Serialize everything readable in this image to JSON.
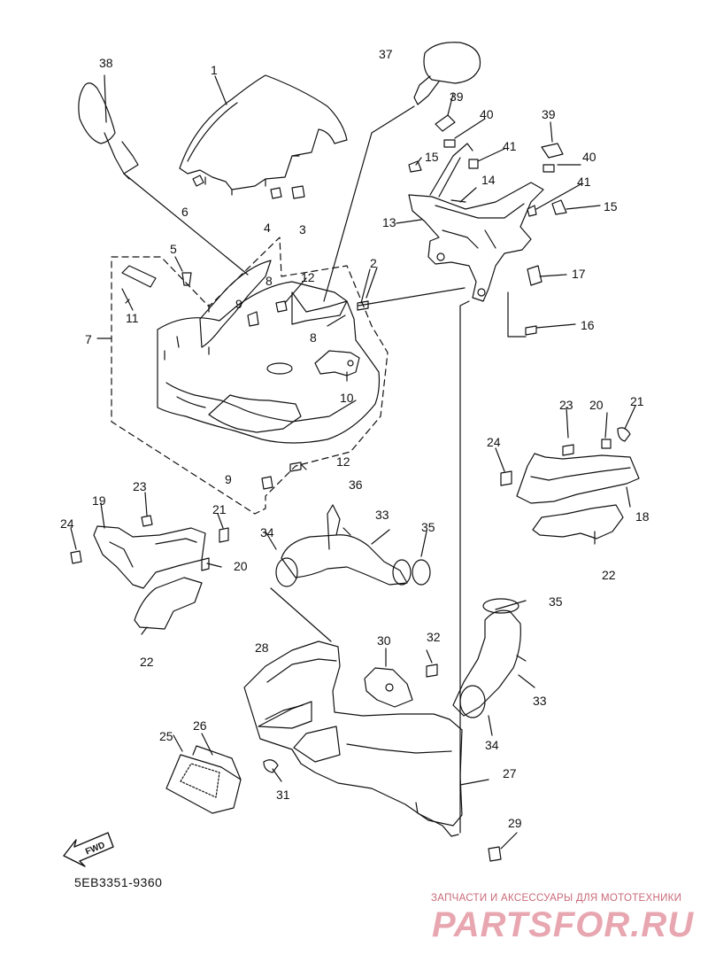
{
  "diagram": {
    "ref_code": "5EB3351-9360",
    "direction_badge": "FWD",
    "callouts": [
      "1",
      "2",
      "3",
      "4",
      "5",
      "6",
      "7",
      "8",
      "8",
      "9",
      "9",
      "10",
      "11",
      "12",
      "12",
      "13",
      "14",
      "15",
      "15",
      "16",
      "17",
      "18",
      "19",
      "20",
      "20",
      "21",
      "21",
      "22",
      "22",
      "23",
      "23",
      "24",
      "24",
      "25",
      "26",
      "27",
      "28",
      "29",
      "30",
      "31",
      "32",
      "33",
      "33",
      "34",
      "34",
      "35",
      "35",
      "36",
      "37",
      "38",
      "39",
      "39",
      "40",
      "40",
      "41",
      "41"
    ]
  },
  "watermark": {
    "tagline": "ЗАПЧАСТИ И АКСЕССУАРЫ ДЛЯ МОТОТЕХНИКИ",
    "logo_text": "PARTSFOR.RU"
  },
  "colors": {
    "line": "#111111",
    "background": "#ffffff",
    "watermark": "#e8a7b0"
  }
}
